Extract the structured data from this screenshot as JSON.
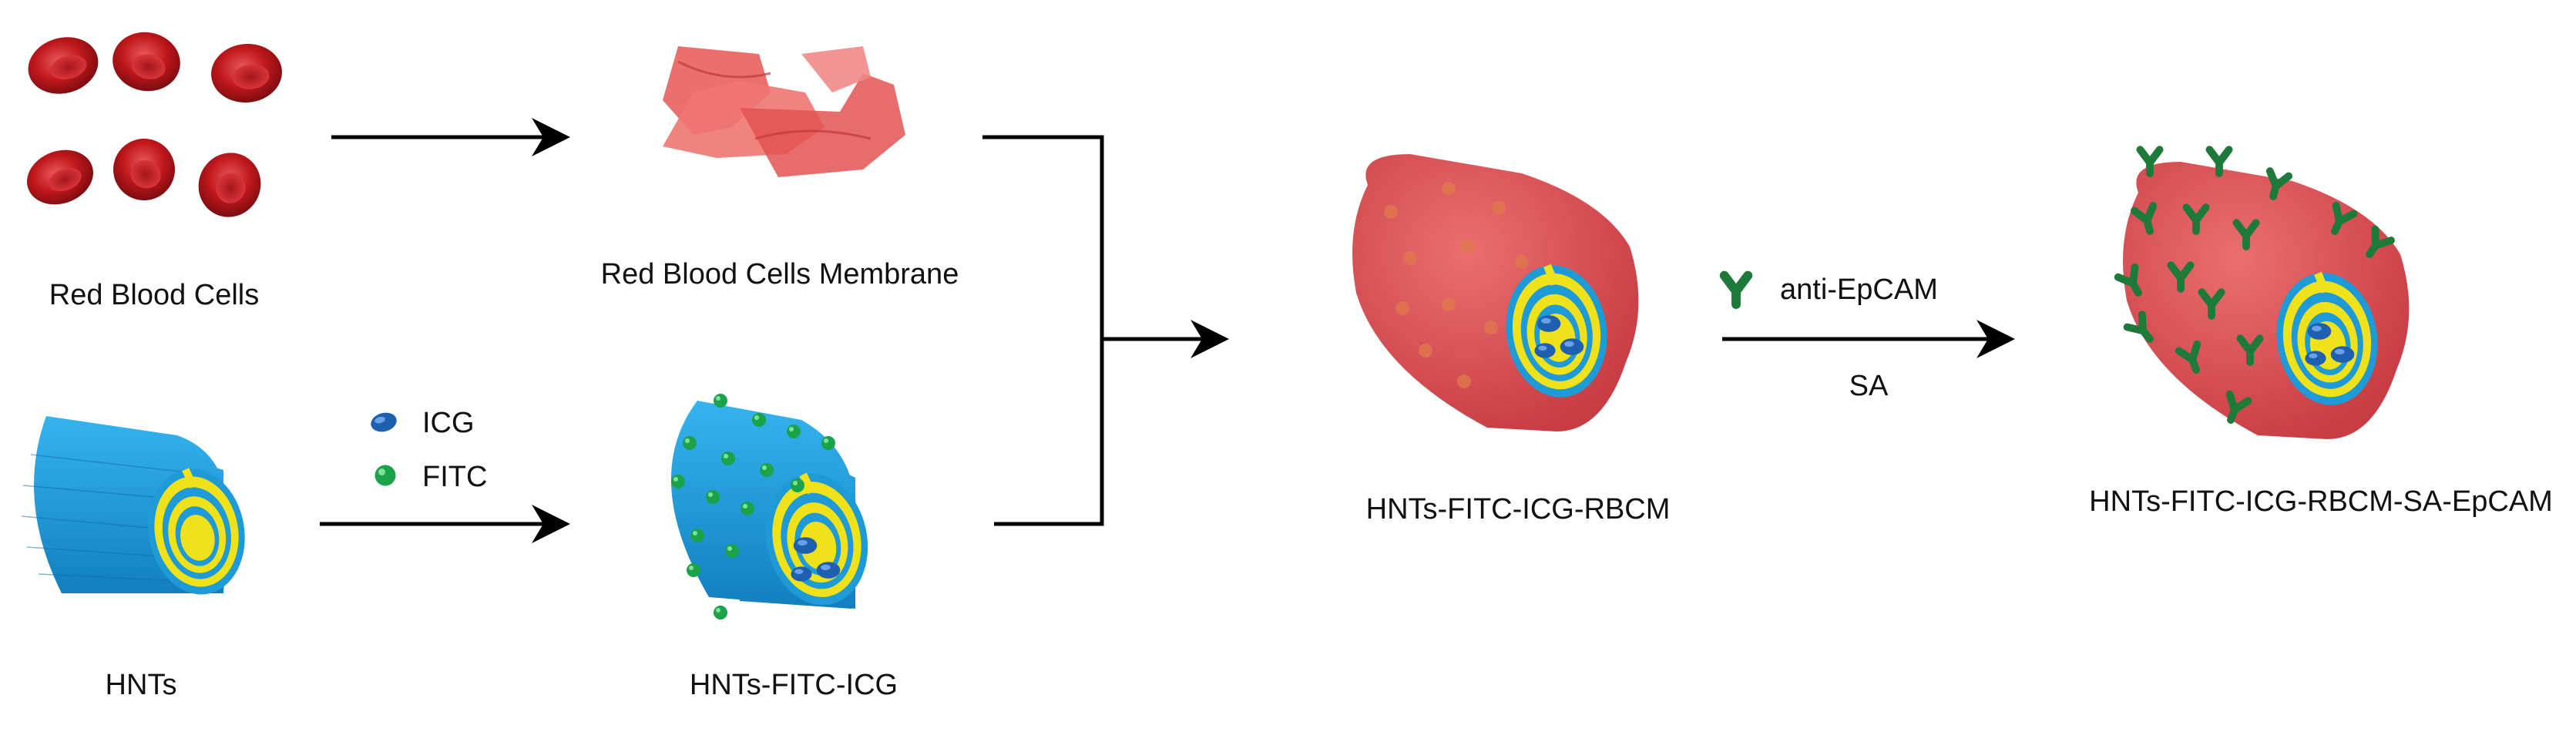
{
  "labels": {
    "rbc": "Red Blood Cells",
    "rbcm": "Red Blood Cells Membrane",
    "hnts": "HNTs",
    "hnts_fitc_icg": "HNTs-FITC-ICG",
    "hnts_rbcm": "HNTs-FITC-ICG-RBCM",
    "final": "HNTs-FITC-ICG-RBCM-SA-EpCAM"
  },
  "legend": {
    "icg": "ICG",
    "fitc": "FITC",
    "anti_epcam": "anti-EpCAM",
    "sa": "SA"
  },
  "colors": {
    "rbc": "#c0181c",
    "membrane": "#e8605e",
    "tube_blue": "#1e9bd7",
    "tube_yellow": "#f0e21a",
    "icg_blue": "#1f5fb0",
    "fitc_green": "#1aa34a",
    "antibody_green": "#1d7a3a",
    "arrow": "#000000"
  }
}
